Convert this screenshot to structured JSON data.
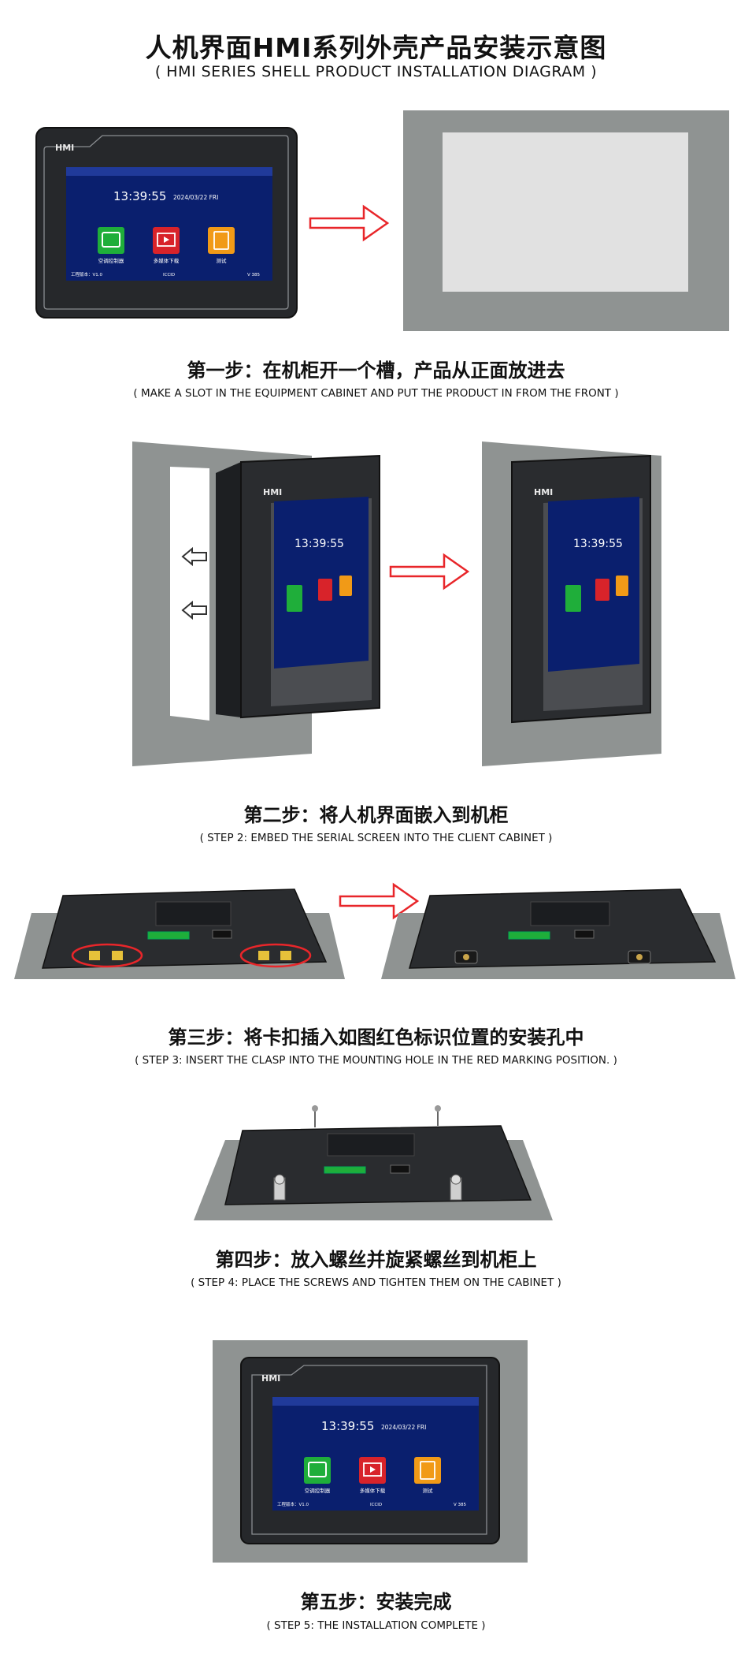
{
  "title": {
    "cn": "人机界面HMI系列外壳产品安装示意图",
    "en": "( HMI SERIES SHELL PRODUCT INSTALLATION DIAGRAM )"
  },
  "device": {
    "brand": "HMI",
    "time": "13:39:55",
    "date": "2024/03/22 FRI",
    "apps": [
      "空调控制器",
      "多媒体下载",
      "测试"
    ],
    "footer_left": "工程版本：V1.0",
    "footer_mid": "ICCID",
    "footer_right": "V 385"
  },
  "steps": [
    {
      "cn": "第一步：在机柜开一个槽，产品从正面放进去",
      "en": "( MAKE A SLOT IN THE EQUIPMENT CABINET AND PUT THE PRODUCT IN FROM THE FRONT  )"
    },
    {
      "cn": "第二步：将人机界面嵌入到机柜",
      "en": "( STEP 2: EMBED THE SERIAL SCREEN INTO THE CLIENT CABINET )"
    },
    {
      "cn": "第三步：将卡扣插入如图红色标识位置的安装孔中",
      "en": "( STEP 3: INSERT THE CLASP INTO THE MOUNTING HOLE IN THE RED MARKING POSITION. )"
    },
    {
      "cn": "第四步：放入螺丝并旋紧螺丝到机柜上",
      "en": "( STEP 4: PLACE THE SCREWS AND TIGHTEN THEM ON THE CABINET )"
    },
    {
      "cn": "第五步：安装完成",
      "en": "( STEP 5: THE INSTALLATION COMPLETE )"
    }
  ],
  "colors": {
    "arrow": "#e8262a",
    "cabinet": "#8f9392",
    "slot": "#e1e1e1",
    "bezel": "#2a2c2f",
    "screen_bg": "#0a1f6e",
    "app_green": "#1fae3a",
    "app_red": "#d8232a",
    "app_orange": "#f19a17"
  }
}
